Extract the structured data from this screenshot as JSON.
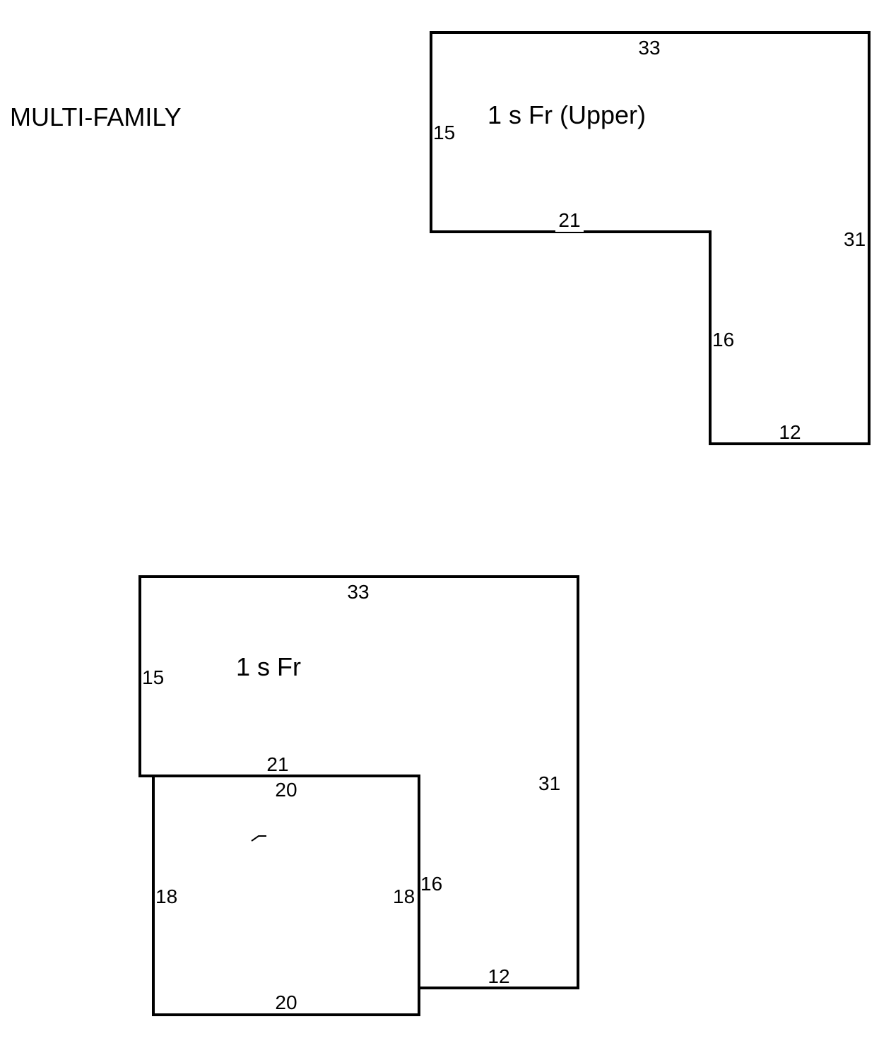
{
  "title": "MULTI-FAMILY",
  "areas": {
    "upper": {
      "label": "1 s Fr  (Upper)",
      "dims": {
        "top": "33",
        "left": "15",
        "inner_horizontal": "21",
        "right": "31",
        "inner_vertical": "16",
        "bottom": "12"
      }
    },
    "lower": {
      "label": "1 s Fr",
      "dims": {
        "top": "33",
        "left": "15",
        "inner_horizontal": "21",
        "right": "31",
        "inner_vertical": "16",
        "bottom": "12"
      }
    },
    "addition": {
      "label": "",
      "dims": {
        "top": "20",
        "left": "18",
        "right": "18",
        "bottom": "20"
      }
    }
  },
  "colors": {
    "line": "#000000",
    "background": "#ffffff"
  }
}
